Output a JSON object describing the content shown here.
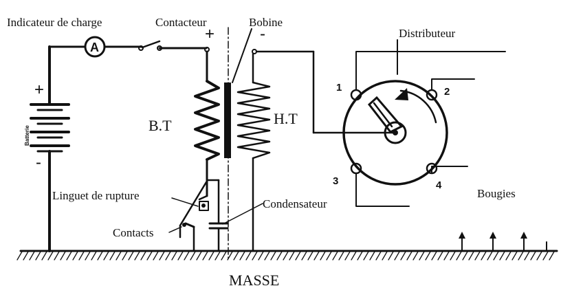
{
  "labels": {
    "ammeter_label": "Indicateur de charge",
    "ammeter_symbol": "A",
    "switch": "Contacteur",
    "coil": "Bobine",
    "distributor": "Distributeur",
    "battery": "Batterie",
    "low_tension": "B.T",
    "high_tension": "H.T",
    "breaker_arm": "Linguet de rupture",
    "capacitor": "Condensateur",
    "contacts": "Contacts",
    "spark_plugs": "Bougies",
    "ground": "MASSE",
    "plus_battery": "+",
    "minus_battery": "-",
    "plus_coil": "+",
    "minus_coil": "-"
  },
  "terminals": [
    "1",
    "2",
    "3",
    "4"
  ]
}
